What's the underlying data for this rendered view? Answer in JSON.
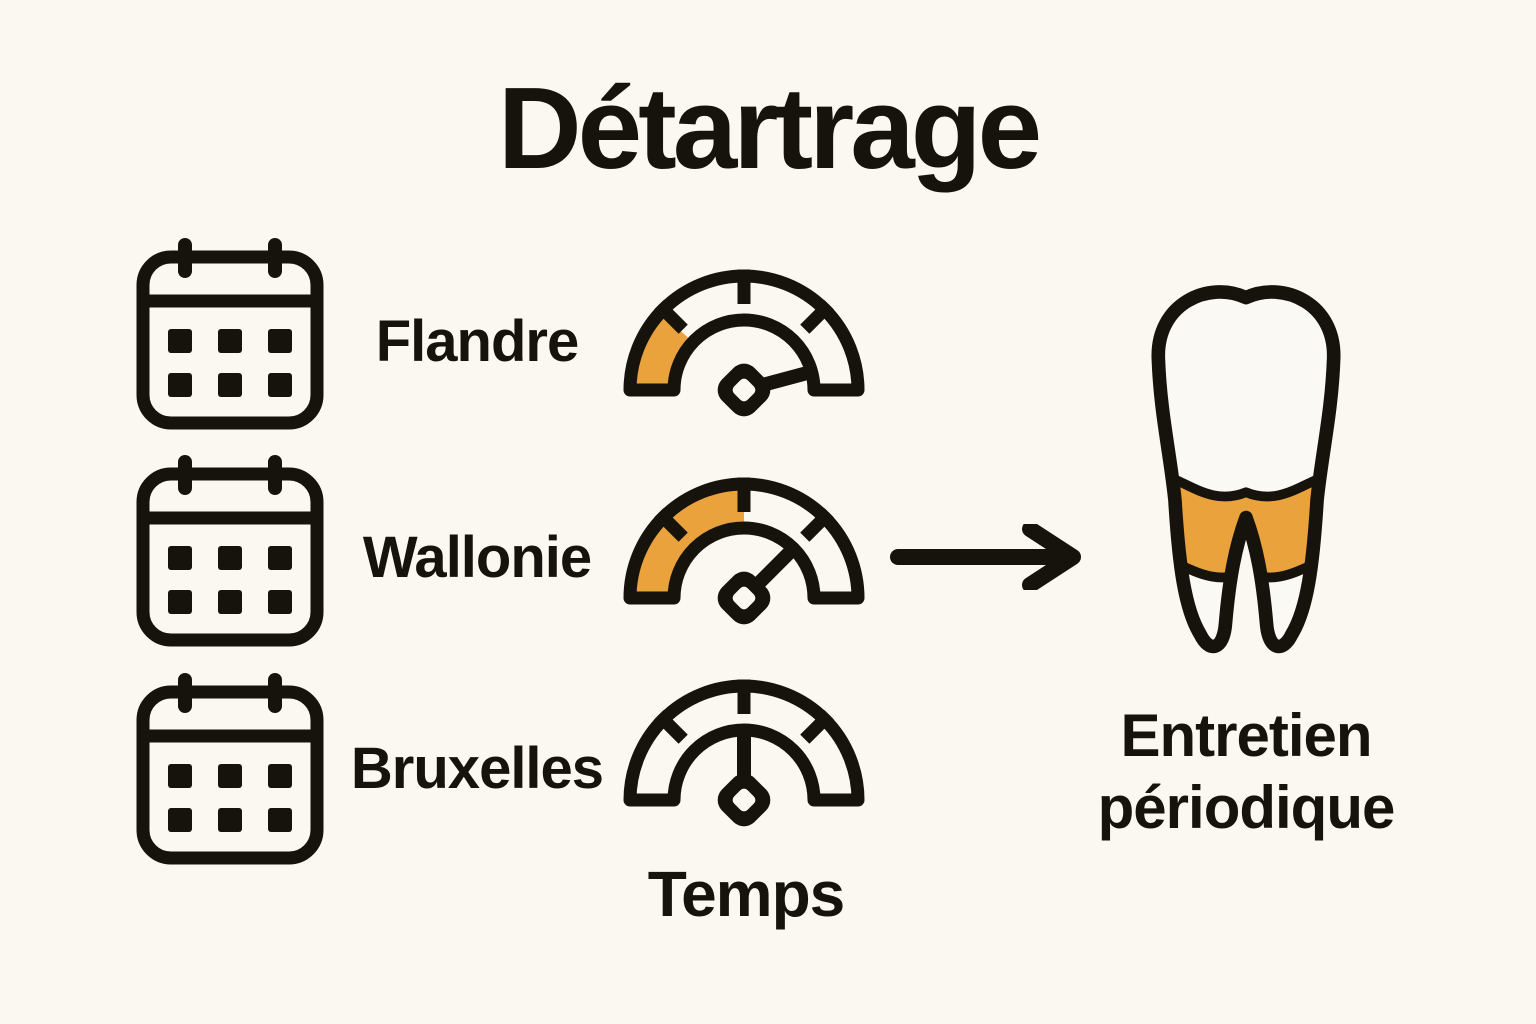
{
  "title": "Détartrage",
  "colors": {
    "background": "#FAF8F1",
    "ink": "#16130C",
    "accent": "#E9A23C"
  },
  "rows": [
    {
      "region": "Flandre",
      "icon": "calendar-icon",
      "gauge": {
        "level": "low",
        "fill_sweep_deg": 43,
        "needle_deg": 15
      }
    },
    {
      "region": "Wallonie",
      "icon": "calendar-icon",
      "gauge": {
        "level": "medium",
        "fill_sweep_deg": 90,
        "needle_deg": 45
      }
    },
    {
      "region": "Bruxelles",
      "icon": "calendar-icon",
      "gauge": {
        "level": "none",
        "fill_sweep_deg": 0,
        "needle_deg": 90
      }
    }
  ],
  "gauge_axis_label": "Temps",
  "arrow": "right-arrow-icon",
  "outcome": {
    "icon": "tooth-with-tartar-icon",
    "label": "Entretien périodique"
  }
}
